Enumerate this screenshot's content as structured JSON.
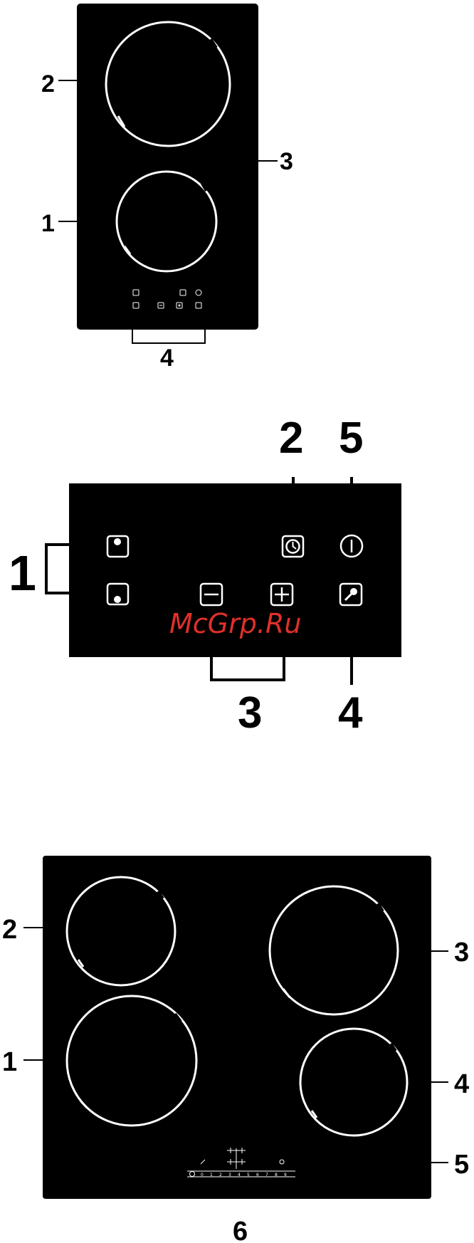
{
  "diagram1": {
    "callouts": {
      "zone_rear": "2",
      "glass": "3",
      "zone_front": "1",
      "controls": "4"
    }
  },
  "diagram2": {
    "callouts": {
      "zone_select": "1",
      "timer": "2",
      "plus_minus": "3",
      "lock": "4",
      "power": "5"
    },
    "watermark": "McGrp.Ru"
  },
  "diagram3": {
    "callouts": {
      "rear_left": "2",
      "front_left": "1",
      "rear_right": "3",
      "front_right": "4",
      "glass": "5",
      "controls": "6"
    },
    "scale_digits": [
      "0",
      "1",
      "2",
      "3",
      "4",
      "5",
      "6",
      "7",
      "8",
      "9"
    ]
  }
}
